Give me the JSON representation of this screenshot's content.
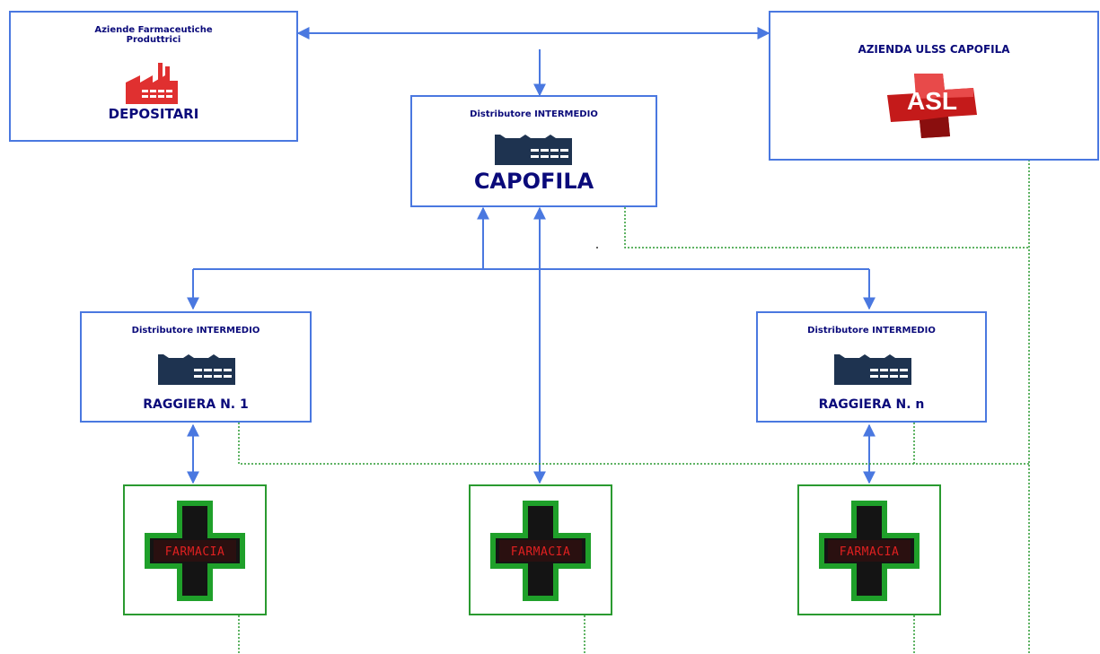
{
  "depositari": {
    "title_line1": "Aziende Farmaceutiche",
    "title_line2": "Produttrici",
    "label": "DEPOSITARI",
    "icon": "red-factory-icon"
  },
  "asl": {
    "title": "AZIENDA ULSS CAPOFILA",
    "logo_text": "ASL",
    "icon": "asl-red-cross-logo"
  },
  "capofila": {
    "subtitle": "Distributore INTERMEDIO",
    "label": "CAPOFILA",
    "icon": "dark-factory-icon"
  },
  "raggiera_1": {
    "subtitle": "Distributore INTERMEDIO",
    "label": "RAGGIERA N. 1",
    "icon": "dark-factory-icon"
  },
  "raggiera_n": {
    "subtitle": "Distributore INTERMEDIO",
    "label": "RAGGIERA N. n",
    "icon": "dark-factory-icon"
  },
  "pharmacies": [
    {
      "sign_text": "FARMACIA",
      "icon": "pharmacy-cross-sign-icon"
    },
    {
      "sign_text": "FARMACIA",
      "icon": "pharmacy-cross-sign-icon"
    },
    {
      "sign_text": "FARMACIA",
      "icon": "pharmacy-cross-sign-icon"
    }
  ],
  "colors": {
    "box_border": "#4a78e0",
    "arrow": "#4a78e0",
    "pharmacy_border": "#2a9a30",
    "dotted_line": "#2a9a30",
    "text": "#0a0a7a",
    "depositari_text": "#0a0a7a",
    "factory_red": "#e03030",
    "factory_dark": "#1e3350"
  }
}
